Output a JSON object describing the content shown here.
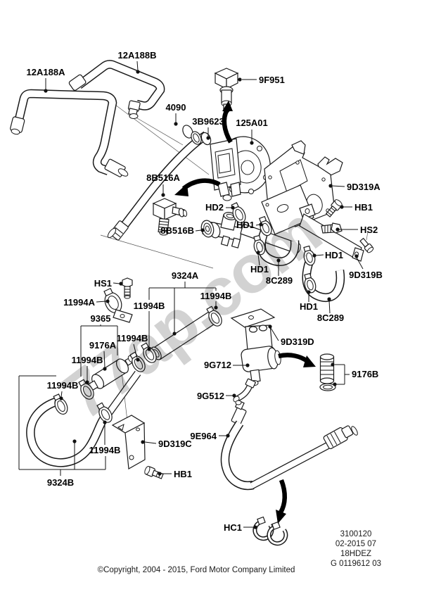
{
  "watermark_text": "77ap.com",
  "labels": {
    "hose_12a188a": "12A188A",
    "hose_12a188b": "12A188B",
    "hose_4090": "4090",
    "oring_3b9623": "3B9623",
    "sensor_9f951": "9F951",
    "pump_125a01": "125A01",
    "fitting_8b516a": "8B516A",
    "fitting_8b516b": "8B516B",
    "bracket_9d319a": "9D319A",
    "bolt_hb1_upper": "HB1",
    "clamp_hd2": "HD2",
    "clamp_hd1_a": "HD1",
    "bolt_hs2": "HS2",
    "clamp_hd1_b": "HD1",
    "hose_8c289_a": "8C289",
    "clamp_hd1_c": "HD1",
    "bracket_9d319b": "9D319B",
    "clamp_hd1_d": "HD1",
    "hose_8c289_b": "8C289",
    "bolt_hs1": "HS1",
    "clamp_11994a": "11994A",
    "tube_9324a": "9324A",
    "clamp_11994b_1": "11994B",
    "clamp_11994b_2": "11994B",
    "assembly_9365": "9365",
    "clamp_11994b_5": "11994B",
    "filter_9176a": "9176A",
    "clamp_11994b_3": "11994B",
    "clamp_11994b_4": "11994B",
    "valve_9g712": "9G712",
    "elbow_9g512": "9G512",
    "bracket_9d319d": "9D319D",
    "filter_9176b": "9176B",
    "clamp_11994b_6": "11994B",
    "bracket_9d319c": "9D319C",
    "bolt_hb1_lower": "HB1",
    "hose_9324b": "9324B",
    "hose_9e964": "9E964",
    "clip_hc1": "HC1"
  },
  "doc_info": {
    "part_number": "3100120",
    "date_code": "02-2015 07",
    "catalog_code": "18HDEZ",
    "drawing_number": "G 0119612 03"
  },
  "footer": {
    "copyright": "©Copyright, 2004 - 2015, Ford Motor Company Limited"
  },
  "colors": {
    "line": "#1a1a1a",
    "watermark": "#d2d2d2",
    "background": "#ffffff"
  }
}
